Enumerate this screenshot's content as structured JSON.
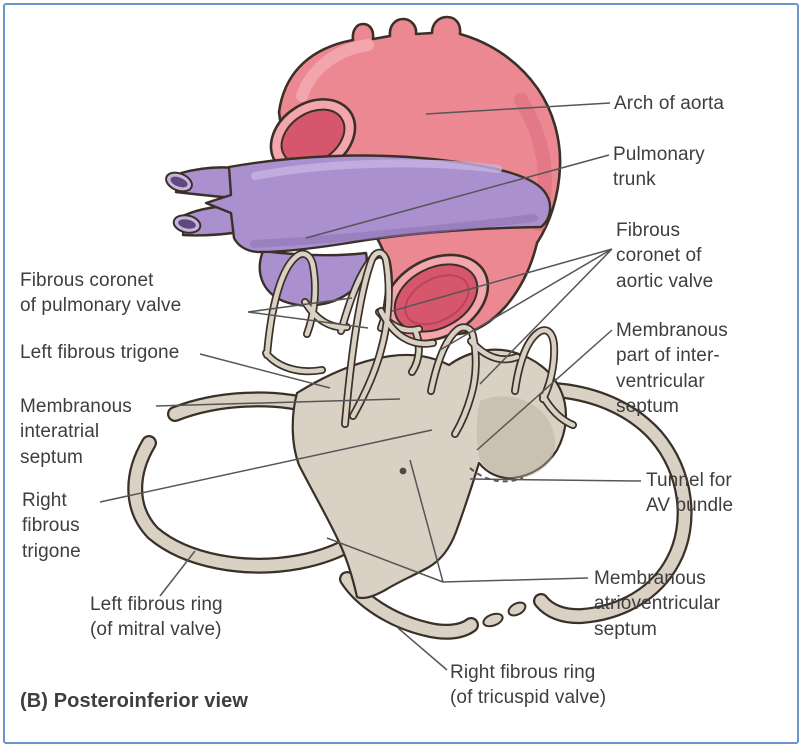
{
  "figure": {
    "caption": "(B) Posteroinferior view",
    "labels": {
      "arch_of_aorta": "Arch of aorta",
      "pulmonary_trunk": "Pulmonary\ntrunk",
      "fibrous_coronet_aortic": "Fibrous\ncoronet of\naortic valve",
      "membranous_interventricular": "Membranous\npart of inter-\nventricular\nseptum",
      "tunnel_av_bundle": "Tunnel for\nAV bundle",
      "membranous_atrioventricular": "Membranous\natrioventricular\nseptum",
      "fibrous_coronet_pulmonary": "Fibrous coronet\nof pulmonary valve",
      "left_fibrous_trigone": "Left fibrous trigone",
      "membranous_interatrial": "Membranous\ninteratrial\nseptum",
      "right_fibrous_trigone": "Right\nfibrous\ntrigone",
      "left_fibrous_ring": "Left fibrous ring\n(of mitral valve)",
      "right_fibrous_ring": "Right fibrous ring\n(of tricuspid valve)"
    },
    "colors": {
      "background": "#ffffff",
      "border": "#6b96cc",
      "text": "#3e3e3e",
      "leader": "#565656",
      "outline": "#3b3028",
      "aorta": "#ec8892",
      "aorta_rim": "#f3a6ae",
      "aorta_lumen": "#d6566c",
      "aorta_lumen_ring": "#b5405a",
      "aorta_highlight": "#f6b6bc",
      "aorta_shadow": "#d96a7c",
      "pulmonary": "#ab90cf",
      "pulmonary_light": "#c7b4e0",
      "pulmonary_shadow": "#8d72b2",
      "pulmonary_lumen": "#5e4a7d",
      "skeleton": "#d8d1c4",
      "skeleton_shadow": "#b9b0a0"
    }
  }
}
